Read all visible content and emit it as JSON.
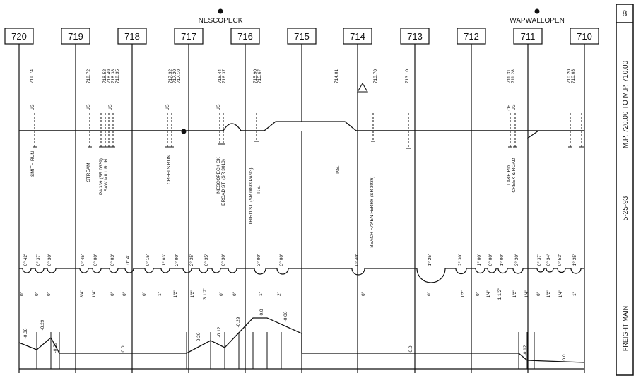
{
  "stations": [
    {
      "name": "NESCOPECK"
    },
    {
      "name": "WAPWALLOPEN"
    }
  ],
  "mileposts": [
    "720",
    "719",
    "718",
    "717",
    "716",
    "715",
    "714",
    "713",
    "712",
    "711",
    "710"
  ],
  "structure_mileages": [
    [
      "719.74"
    ],
    [
      "718.72"
    ],
    [
      "718.52",
      "718.49",
      "718.38",
      "718.35"
    ],
    [
      "717.32",
      "717.20",
      "717.10"
    ],
    [
      "716.44",
      "716.37"
    ],
    [
      "715.90",
      "715.67"
    ],
    [
      "714.01"
    ],
    [
      "713.70"
    ],
    [
      "713.10"
    ],
    [
      "711.31",
      "711.28"
    ],
    [
      "710.20",
      "710.03"
    ]
  ],
  "structure_names": [
    "SMITH RUN",
    "STREAM",
    "PA 339 (SR 0339)",
    "SAW MILL RUN",
    "CREELS RUN",
    "NESCOPECK CK",
    "BROAD ST. (SR 3010)",
    "THIRD ST. (SR 0093 PA 93)",
    "P.S.",
    "P.S.",
    "BEACH HAVEN FERRY (SR 3036)",
    "LAKE RD",
    "CREEK & ROAD"
  ],
  "curve_labels": [
    "0° 42'",
    "0° 37'",
    "0° 30'",
    "0° 45'",
    "0° 00'",
    "0° 03'",
    "0° 4'",
    "0° 15'",
    "1° 03'",
    "2° 00'",
    "2° 35'",
    "0° 35'",
    "0° 30'",
    "3° 00'",
    "3° 00'",
    "0° 40'",
    "1° 25'",
    "2° 30'",
    "1° 00'",
    "0° 00'",
    "1° 00'",
    "3° 30'",
    "0° 37'",
    "0° 34'",
    "0° 53'",
    "1° 35'"
  ],
  "superelevations": [
    "0\"",
    "0\"",
    "0\"",
    "3/4\"",
    "1/4\"",
    "0\"",
    "0\"",
    "0\"",
    "1\"",
    "1/2\"",
    "1/2\"",
    "3 1/2\"",
    "0\"",
    "0\"",
    "1\"",
    "2\"",
    "0\"",
    "0\"",
    "1/2\"",
    "0\"",
    "1/4\"",
    "1 1/2\"",
    "1/2\"",
    "1/4\"",
    "0\"",
    "1/2\"",
    "1/4\"",
    "1\""
  ],
  "grades": [
    "-0.08",
    "-0.29",
    "-0.29",
    "0.0",
    "-0.20",
    "-0.12",
    "-0.29",
    "0.0",
    "-0.06",
    "0.0",
    "-0.12",
    "0.0"
  ],
  "track_labels": [
    "UG",
    "UG",
    "UG",
    "UG",
    "UG",
    "OH",
    "UG"
  ],
  "side_panel": {
    "sheet_number": "8",
    "range": "M.P. 720.00 TO M.P. 710.00",
    "date": "5-25-93",
    "line_name": "FREIGHT MAIN"
  }
}
